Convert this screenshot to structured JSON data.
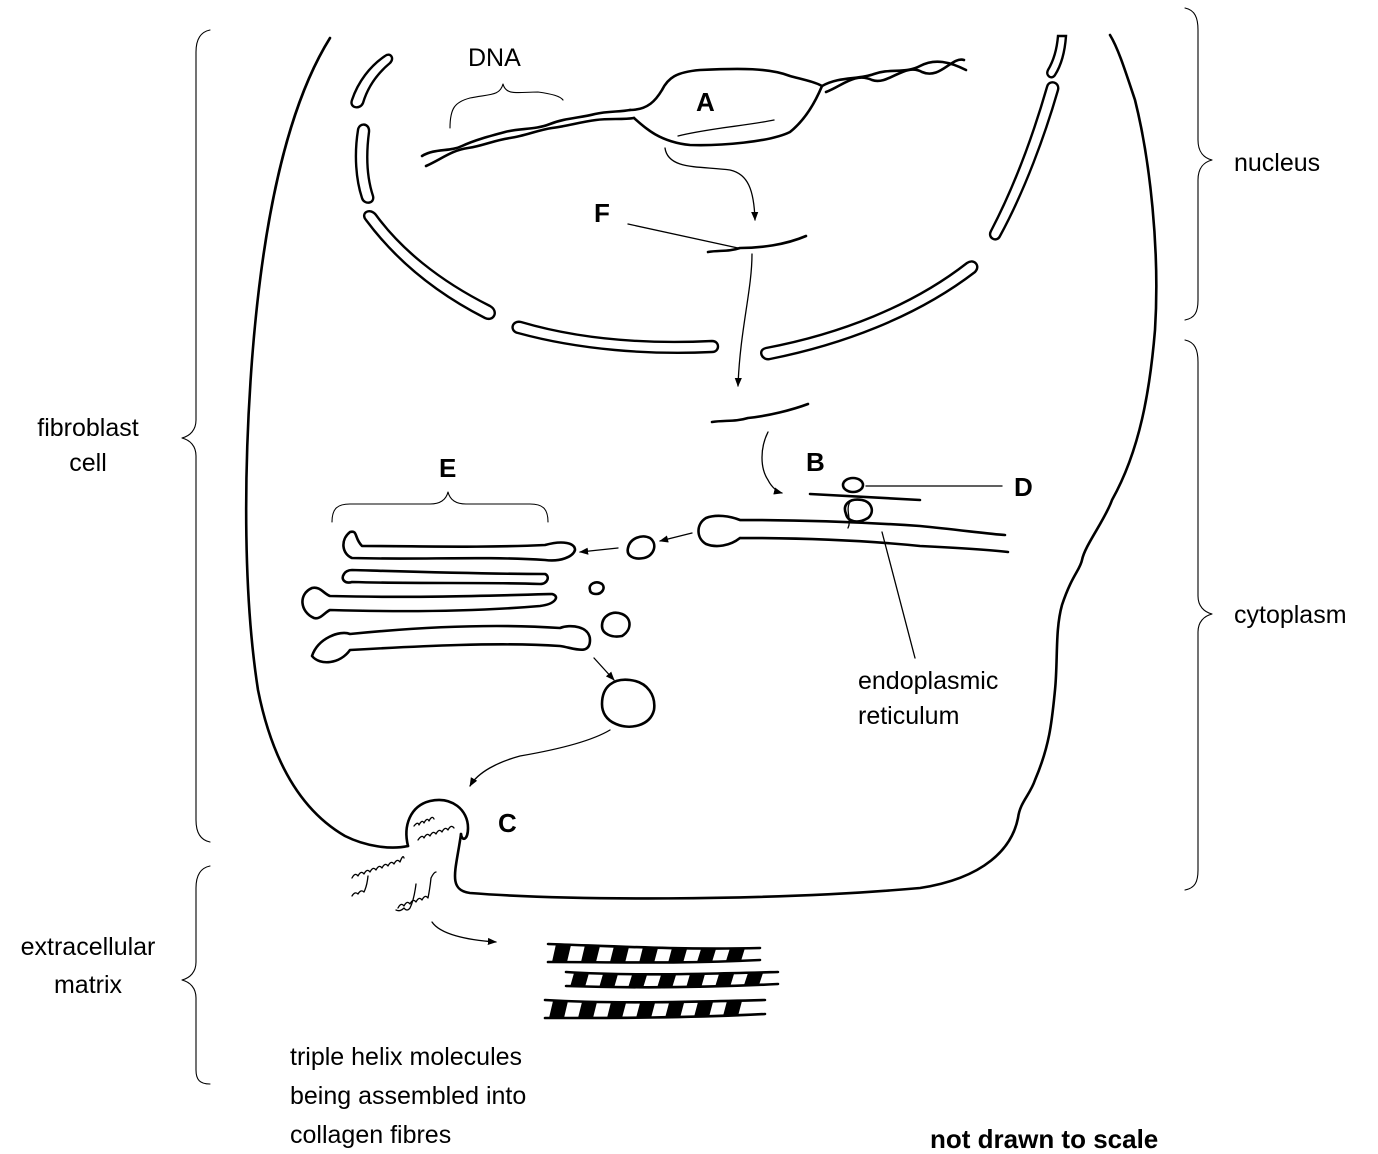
{
  "labels": {
    "dna": "DNA",
    "a": "A",
    "b": "B",
    "c": "C",
    "d": "D",
    "e": "E",
    "f": "F",
    "nucleus": "nucleus",
    "cytoplasm": "cytoplasm",
    "fibroblast_line1": "fibroblast",
    "fibroblast_line2": "cell",
    "extracellular_line1": "extracellular",
    "extracellular_line2": "matrix",
    "er_line1": "endoplasmic",
    "er_line2": "reticulum",
    "triple_line1": "triple helix molecules",
    "triple_line2": "being assembled into",
    "triple_line3": "collagen fibres",
    "scale_note": "not drawn to scale"
  }
}
